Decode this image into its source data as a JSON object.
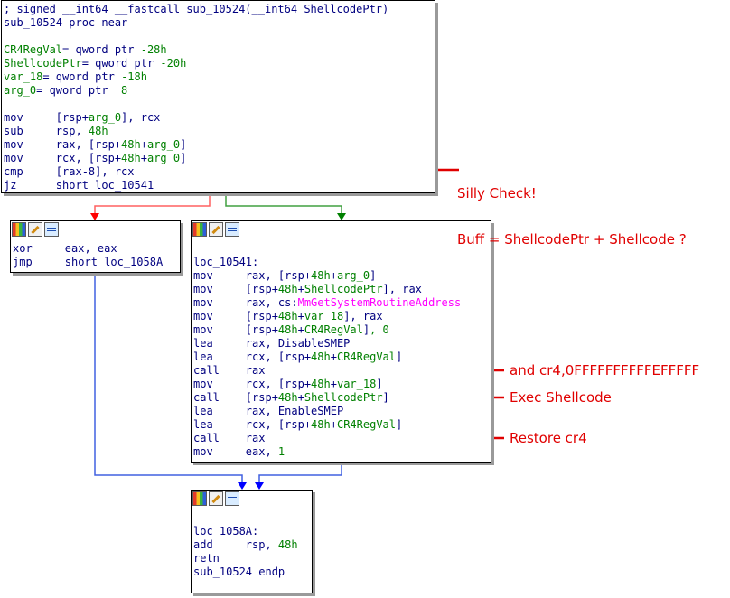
{
  "top_block": {
    "lines": [
      "; signed __int64 __fastcall sub_10524(__int64 ShellcodePtr)",
      "sub_10524 proc near",
      "",
      "CR4RegVal= qword ptr -28h",
      "ShellcodePtr= qword ptr -20h",
      "var_18= qword ptr -18h",
      "arg_0= qword ptr  8",
      "",
      "mov     [rsp+arg_0], rcx",
      "sub     rsp, 48h",
      "mov     rax, [rsp+48h+arg_0]",
      "mov     rcx, [rsp+48h+arg_0]",
      "cmp     [rax-8], rcx",
      "jz      short loc_10541"
    ]
  },
  "left_block": {
    "toolbar_icons": [
      "graph-colors-icon",
      "edit-node-icon",
      "xrefs-icon"
    ],
    "lines": [
      "xor     eax, eax",
      "jmp     short loc_1058A"
    ]
  },
  "right_block": {
    "toolbar_icons": [
      "graph-colors-icon",
      "edit-node-icon",
      "xrefs-icon"
    ],
    "lines": [
      "",
      "loc_10541:",
      "mov     rax, [rsp+48h+arg_0]",
      "mov     [rsp+48h+ShellcodePtr], rax",
      "mov     rax, cs:MmGetSystemRoutineAddress",
      "mov     [rsp+48h+var_18], rax",
      "mov     [rsp+48h+CR4RegVal], 0",
      "lea     rax, DisableSMEP",
      "lea     rcx, [rsp+48h+CR4RegVal]",
      "call    rax",
      "mov     rcx, [rsp+48h+var_18]",
      "call    [rsp+48h+ShellcodePtr]",
      "lea     rax, EnableSMEP",
      "lea     rcx, [rsp+48h+CR4RegVal]",
      "call    rax",
      "mov     eax, 1"
    ]
  },
  "bottom_block": {
    "toolbar_icons": [
      "graph-colors-icon",
      "edit-node-icon",
      "xrefs-icon"
    ],
    "lines": [
      "",
      "loc_1058A:",
      "add     rsp, 48h",
      "retn",
      "sub_10524 endp"
    ]
  },
  "annotations": {
    "silly_check": "Silly Check!",
    "buff_formula": "Buff = ShellcodePtr + Shellcode ?",
    "and_cr4": "and cr4,0FFFFFFFFFFEFFFFF",
    "exec_shellcode": "Exec Shellcode",
    "restore_cr4": "Restore cr4"
  },
  "colors": {
    "branch_false": "#ff0000",
    "branch_true": "#008000",
    "unconditional": "#0000ff",
    "annotation": "#e00000",
    "mnemonic": "#000080",
    "number": "#008000",
    "import": "#ff00ff"
  }
}
